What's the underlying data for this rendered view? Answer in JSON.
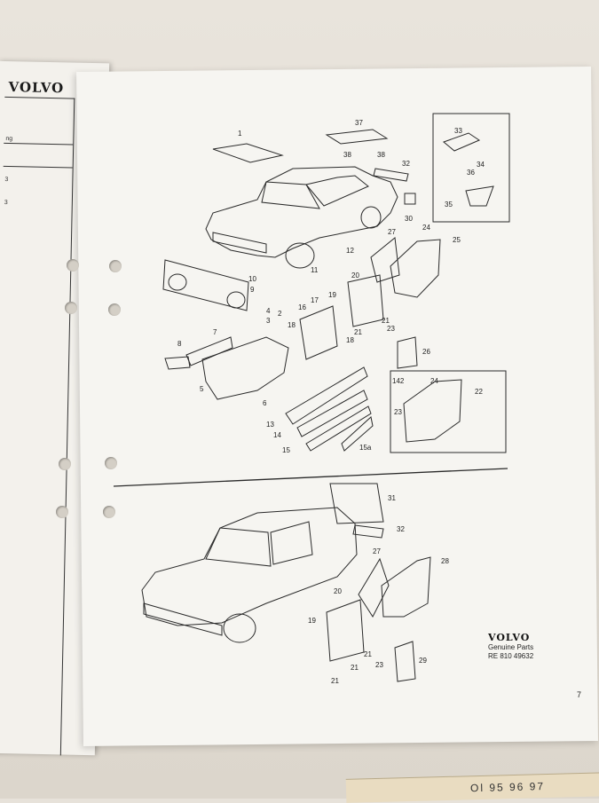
{
  "left_page": {
    "brand": "VOLVO",
    "snippets": [
      "ng",
      "3",
      "3"
    ]
  },
  "brand": {
    "logo": "VOLVO",
    "tagline": "Genuine Parts",
    "code": "RE 810 49632"
  },
  "page_number": "7",
  "ruler_text": "Ol 95 96 97",
  "callouts": {
    "c1": "1",
    "c37": "37",
    "c38a": "38",
    "c38b": "38",
    "c32": "32",
    "c30": "30",
    "c33": "33",
    "c34": "34",
    "c36": "36",
    "c35": "35",
    "c12": "12",
    "c27": "27",
    "c24": "24",
    "c25": "25",
    "c10": "10",
    "c11": "11",
    "c9": "9",
    "c4": "4",
    "c2": "2",
    "c3": "3",
    "c17": "17",
    "c16": "16",
    "c20": "20",
    "c19": "19",
    "c21a": "21",
    "c21b": "21",
    "c18a": "18",
    "c18b": "18",
    "c23": "23",
    "c26": "26",
    "c8": "8",
    "c7": "7",
    "c5": "5",
    "c6": "6",
    "c142": "142",
    "c24b": "24",
    "c22": "22",
    "c23b": "23",
    "c13": "13",
    "c14": "14",
    "c15": "15",
    "c15a": "15a",
    "w31": "31",
    "w32": "32",
    "w27": "27",
    "w28": "28",
    "w20": "20",
    "w19": "19",
    "w21a": "21",
    "w21b": "21",
    "w21c": "21",
    "w23": "23",
    "w29": "29"
  }
}
